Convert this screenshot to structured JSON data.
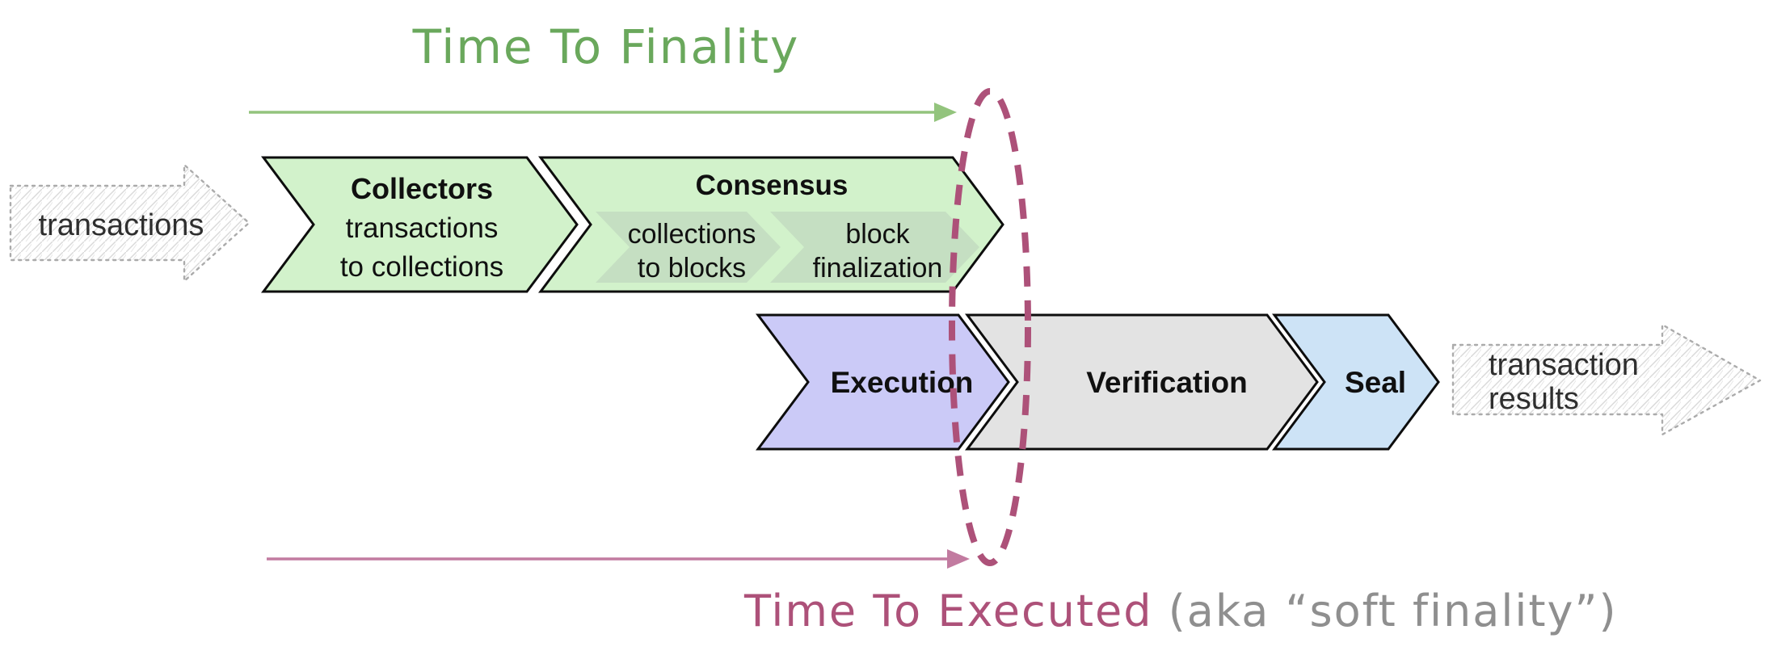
{
  "title": "Time To Finality",
  "caption": {
    "highlight": "Time To Executed",
    "suffix": " (aka “soft finality”)"
  },
  "input_arrow_label": "transactions",
  "output_arrow": {
    "line1": "transaction",
    "line2": "results"
  },
  "stages": {
    "collectors": {
      "title": "Collectors",
      "line1": "transactions",
      "line2": "to collections"
    },
    "consensus": {
      "title": "Consensus",
      "sub1": {
        "line1": "collections",
        "line2": "to blocks"
      },
      "sub2": {
        "line1": "block",
        "line2": "finalization"
      }
    },
    "execution": {
      "title": "Execution"
    },
    "verification": {
      "title": "Verification"
    },
    "seal": {
      "title": "Seal"
    }
  },
  "colors": {
    "title_green": "#6aa85c",
    "arrow_green": "#93c47d",
    "stage_green": "#d2f2cb",
    "stage_subgreen": "#c5dfc2",
    "stage_lavender": "#cbcaf7",
    "stage_gray": "#e3e3e3",
    "stage_blue": "#cde3f6",
    "ellipse_maroon": "#ad5179",
    "arrow_pink": "#c27ba0",
    "caption_maroon": "#ad5179",
    "caption_gray": "#8f8f8f"
  }
}
